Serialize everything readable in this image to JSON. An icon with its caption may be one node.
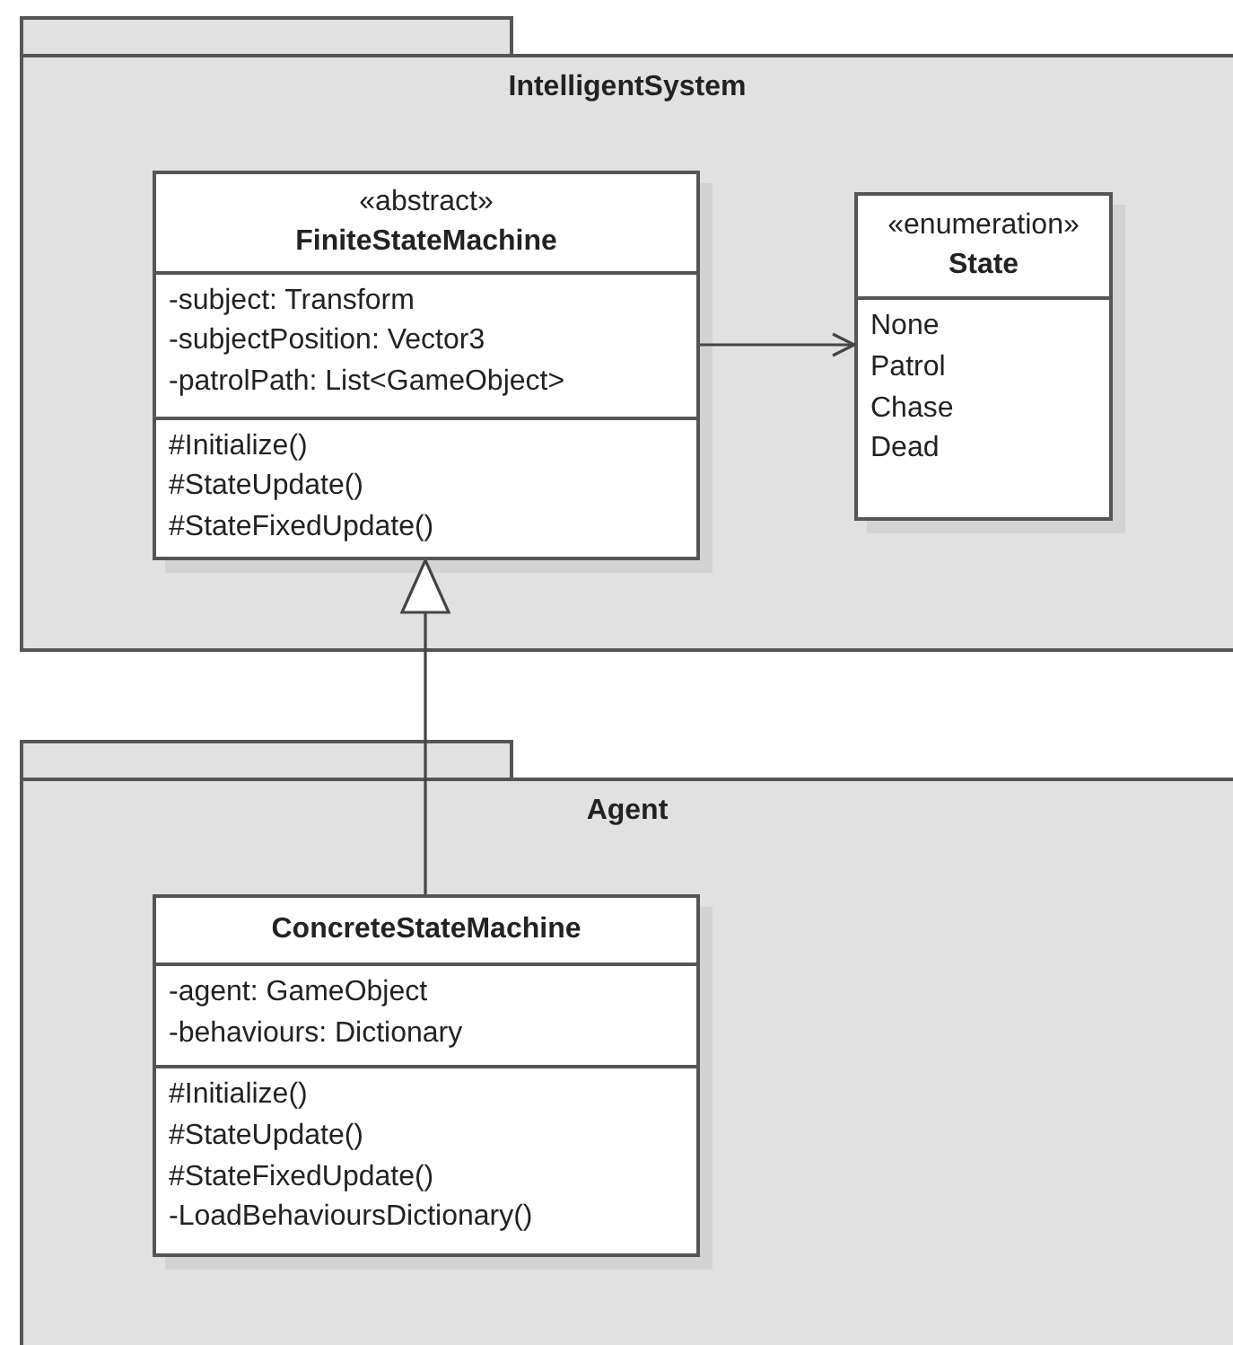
{
  "diagram": {
    "nodes": [
      {
        "text": [
          "IntelligentSystem"
        ]
      },
      {
        "text": [
          "«abstract»",
          "FiniteStateMachine"
        ],
        "in": 0
      },
      {
        "text": [
          "-subject: Transform",
          "-subjectPosition: Vector3",
          "-patrolPath: List<GameObject>"
        ],
        "in": 1
      },
      {
        "text": [
          "#Initialize()",
          "#StateUpdate()",
          "#StateFixedUpdate()"
        ],
        "in": 1
      },
      {
        "text": [
          "«enumeration»",
          "State"
        ],
        "in": 0
      },
      {
        "text": [
          "None",
          "Patrol",
          "Chase",
          "Dead"
        ],
        "in": 4
      },
      {
        "text": [
          "Agent"
        ]
      },
      {
        "text": [
          "ConcreteStateMachine"
        ],
        "in": 6
      },
      {
        "text": [
          "-agent: GameObject",
          "-behaviours: Dictionary"
        ],
        "in": 7
      },
      {
        "text": [
          "#Initialize()",
          "#StateUpdate()",
          "#StateFixedUpdate()",
          "-LoadBehavioursDictionary()"
        ],
        "in": 7
      }
    ],
    "edges": [
      {
        "from": 2,
        "to": 4,
        "arrow": "to"
      },
      {
        "from": 7,
        "to": 1,
        "arrow": "to"
      }
    ]
  }
}
